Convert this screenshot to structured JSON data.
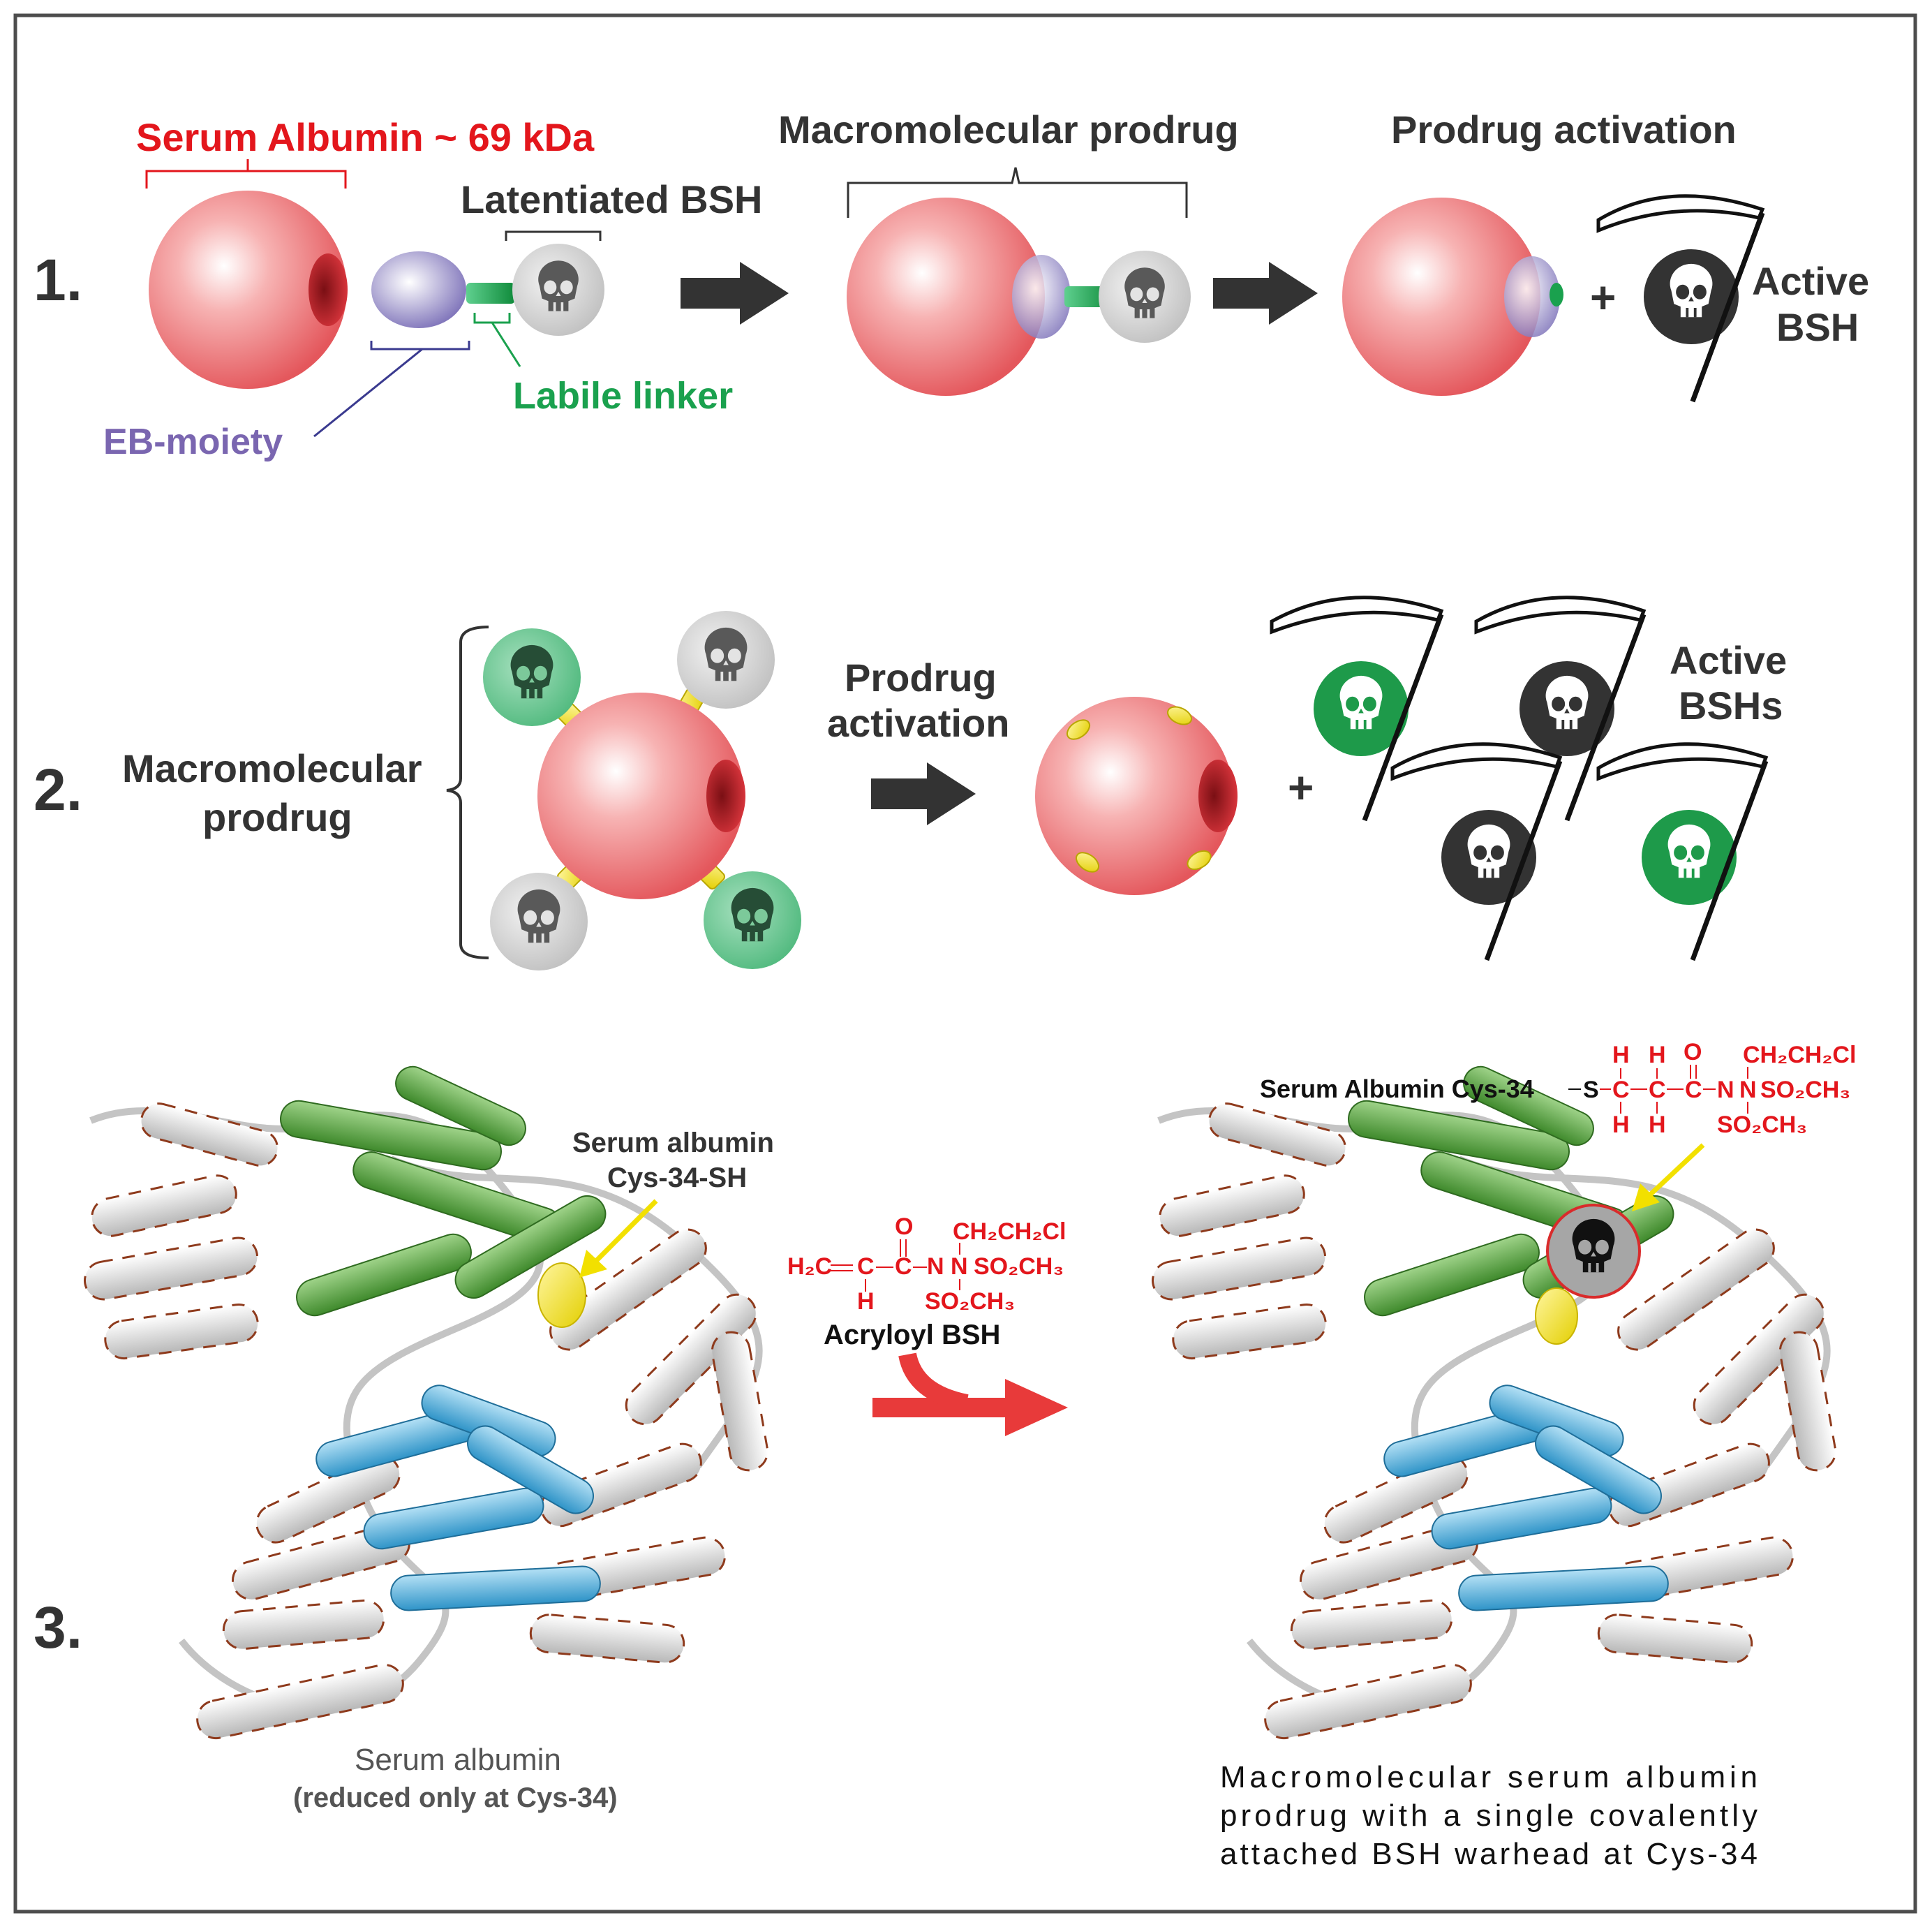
{
  "colors": {
    "albumin_red": "#e83a3a",
    "eb_purple": "#7a66b0",
    "linker_green": "#1aa14e",
    "bsh_gray": "#555555",
    "bsh_green": "#1e9a4a",
    "linker_yellow": "#f5e31a",
    "text_dark": "#333333",
    "chem_red": "#e3161c"
  },
  "panel1": {
    "number": "1.",
    "albumin_label": "Serum Albumin ~ 69 kDa",
    "latentiated_label": "Latentiated BSH",
    "eb_label": "EB-moiety",
    "linker_label": "Labile linker",
    "macro_label": "Macromolecular prodrug",
    "activation_label": "Prodrug activation",
    "plus": "+",
    "active_line1": "Active",
    "active_line2": "BSH"
  },
  "panel2": {
    "number": "2.",
    "macro_line1": "Macromolecular",
    "macro_line2": "prodrug",
    "activation_line1": "Prodrug",
    "activation_line2": "activation",
    "plus": "+",
    "active_line1": "Active",
    "active_line2": "BSHs"
  },
  "panel3": {
    "number": "3.",
    "cys_label_line1": "Serum albumin",
    "cys_label_line2": "Cys-34-SH",
    "acryloyl_label": "Acryloyl BSH",
    "left_caption_line1": "Serum albumin",
    "left_caption_line2": "(reduced only at Cys-34)",
    "right_caption_line1": "Macromolecular serum albumin",
    "right_caption_line2": "prodrug with a single covalently",
    "right_caption_line3": "attached BSH warhead at Cys-34",
    "conjugate_prefix": "Serum Albumin Cys-34",
    "acryloyl_formula": {
      "h2c": "H₂C",
      "c1": "C",
      "h_bottom": "H",
      "c2": "C",
      "o": "O",
      "n1": "N",
      "n2": "N",
      "top": "CH₂CH₂Cl",
      "mid": "SO₂CH₃",
      "bot": "SO₂CH₃"
    },
    "conjugate_formula": {
      "s": "S",
      "c1": "C",
      "c2": "C",
      "c3": "C",
      "h": "H",
      "o": "O",
      "n1": "N",
      "n2": "N",
      "top": "CH₂CH₂Cl",
      "mid": "SO₂CH₃",
      "bot": "SO₂CH₃"
    }
  }
}
